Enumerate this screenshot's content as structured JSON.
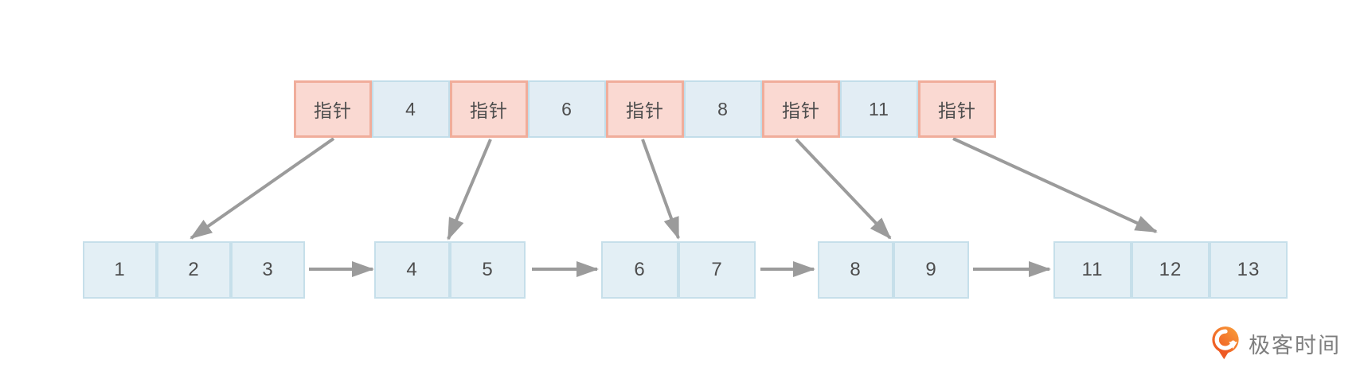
{
  "diagram": {
    "description": "B+ tree index: internal node of alternating pointers and keys, pointers link to leaf node groups that are chained left-to-right",
    "top_row": {
      "cells": [
        {
          "type": "pointer",
          "label": "指针"
        },
        {
          "type": "key",
          "label": "4"
        },
        {
          "type": "pointer",
          "label": "指针"
        },
        {
          "type": "key",
          "label": "6"
        },
        {
          "type": "pointer",
          "label": "指针"
        },
        {
          "type": "key",
          "label": "8"
        },
        {
          "type": "pointer",
          "label": "指针"
        },
        {
          "type": "key",
          "label": "11"
        },
        {
          "type": "pointer",
          "label": "指针"
        }
      ]
    },
    "leaf_groups": [
      {
        "cells": [
          "1",
          "2",
          "3"
        ]
      },
      {
        "cells": [
          "4",
          "5"
        ]
      },
      {
        "cells": [
          "6",
          "7"
        ]
      },
      {
        "cells": [
          "8",
          "9"
        ]
      },
      {
        "cells": [
          "11",
          "12",
          "13"
        ]
      }
    ],
    "arrows": {
      "pointer_to_leaf": [
        {
          "from": "pointer-1",
          "to": "leaf-group-1"
        },
        {
          "from": "pointer-2",
          "to": "leaf-group-2"
        },
        {
          "from": "pointer-3",
          "to": "leaf-group-3"
        },
        {
          "from": "pointer-4",
          "to": "leaf-group-4"
        },
        {
          "from": "pointer-5",
          "to": "leaf-group-5"
        }
      ],
      "leaf_chain": [
        {
          "from": "leaf-group-1",
          "to": "leaf-group-2"
        },
        {
          "from": "leaf-group-2",
          "to": "leaf-group-3"
        },
        {
          "from": "leaf-group-3",
          "to": "leaf-group-4"
        },
        {
          "from": "leaf-group-4",
          "to": "leaf-group-5"
        }
      ]
    }
  },
  "colors": {
    "pointer_fill": "#FAD9D2",
    "pointer_border": "#F0AD9B",
    "key_fill": "#E2EDF4",
    "key_border": "#C2DDE9",
    "leaf_fill": "#E3EFF5",
    "leaf_border": "#C6DFEA",
    "arrow": "#9B9B9B",
    "cell_text": "#4D4D4D",
    "logo_text_color": "#7E7E7E",
    "logo_orange": "#EE5A24"
  },
  "logo": {
    "text": "极客时间"
  }
}
